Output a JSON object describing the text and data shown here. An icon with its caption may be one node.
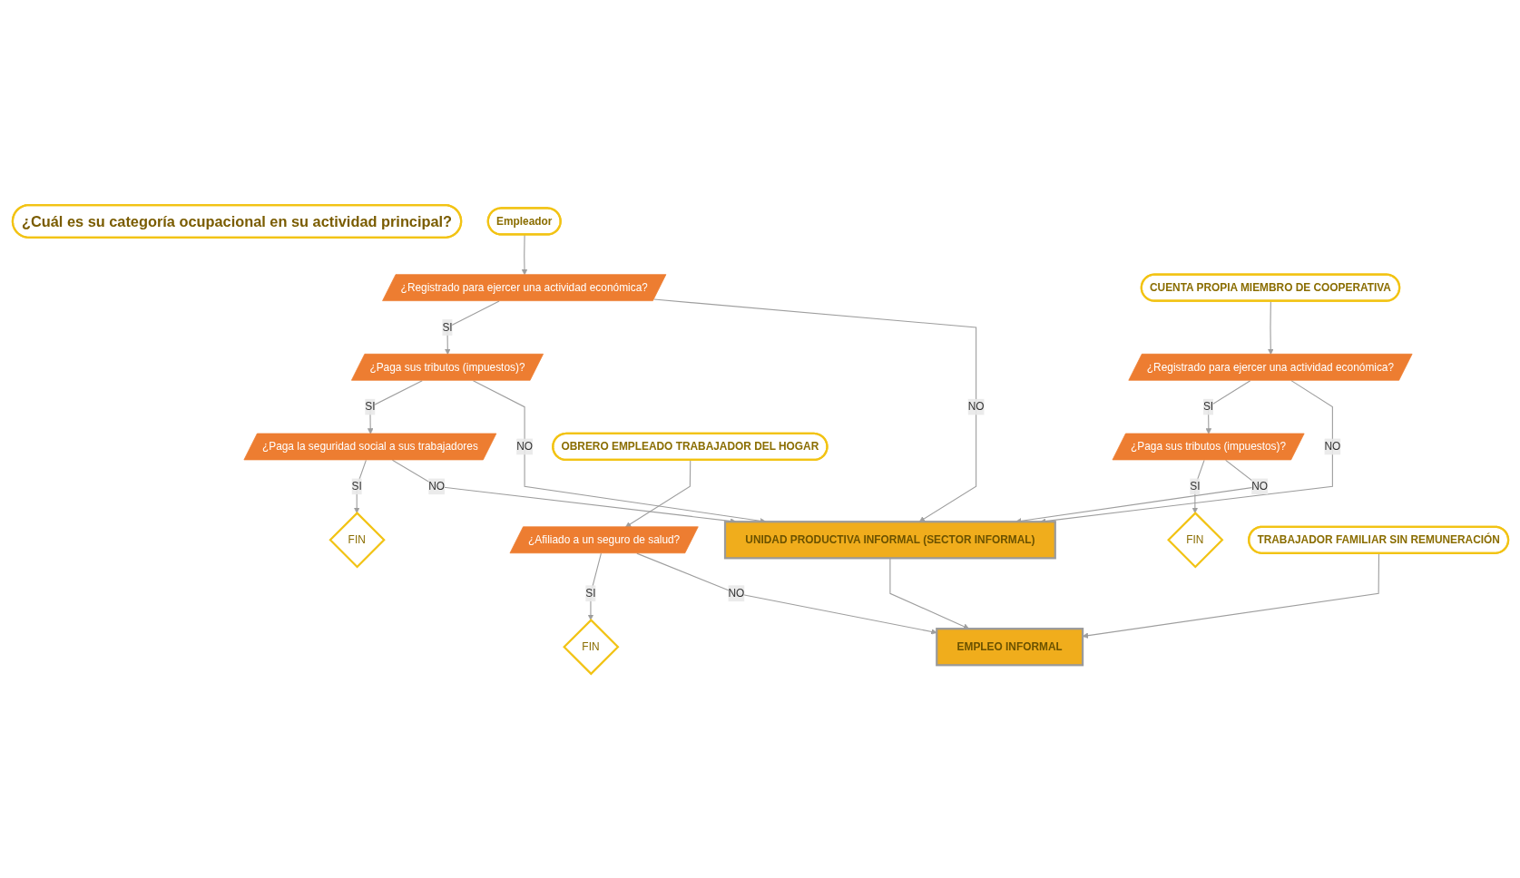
{
  "diagram": {
    "nodes": [
      {
        "text": [
          "¿Cuál es su categoría ocupacional en su actividad principal?"
        ]
      },
      {
        "text": [
          "Empleador"
        ]
      },
      {
        "text": [
          "¿Registrado para ejercer una actividad económica?"
        ]
      },
      {
        "text": [
          "¿Paga sus tributos (impuestos)?"
        ]
      },
      {
        "text": [
          "¿Paga la seguridad social a sus trabajadores"
        ]
      },
      {
        "text": [
          "FIN"
        ]
      },
      {
        "text": [
          "CUENTA PROPIA MIEMBRO DE COOPERATIVA"
        ]
      },
      {
        "text": [
          "¿Registrado para ejercer una actividad económica?"
        ]
      },
      {
        "text": [
          "¿Paga sus tributos (impuestos)?"
        ]
      },
      {
        "text": [
          "FIN"
        ]
      },
      {
        "text": [
          "TRABAJADOR FAMILIAR SIN REMUNERACIÓN"
        ]
      },
      {
        "text": [
          "OBRERO EMPLEADO TRABAJADOR DEL HOGAR"
        ]
      },
      {
        "text": [
          "¿Afiliado a un seguro de salud?"
        ]
      },
      {
        "text": [
          "FIN"
        ]
      },
      {
        "text": [
          "UNIDAD PRODUCTIVA INFORMAL (SECTOR INFORMAL)"
        ]
      },
      {
        "text": [
          "EMPLEO INFORMAL"
        ]
      }
    ],
    "edges": [
      {
        "from": 1,
        "to": 2,
        "arrow": "to"
      },
      {
        "from": 2,
        "to": 3,
        "arrow": "to",
        "label": "SI"
      },
      {
        "from": 3,
        "to": 4,
        "arrow": "to",
        "label": "SI"
      },
      {
        "from": 4,
        "to": 5,
        "arrow": "to",
        "label": "SI"
      },
      {
        "from": 2,
        "to": 14,
        "arrow": "to",
        "label": "NO"
      },
      {
        "from": 3,
        "to": 14,
        "arrow": "to",
        "label": "NO"
      },
      {
        "from": 4,
        "to": 14,
        "arrow": "to",
        "label": "NO"
      },
      {
        "from": 6,
        "to": 7,
        "arrow": "to"
      },
      {
        "from": 7,
        "to": 8,
        "arrow": "to",
        "label": "SI"
      },
      {
        "from": 8,
        "to": 9,
        "arrow": "to",
        "label": "SI"
      },
      {
        "from": 7,
        "to": 14,
        "arrow": "to",
        "label": "NO"
      },
      {
        "from": 8,
        "to": 14,
        "arrow": "to",
        "label": "NO"
      },
      {
        "from": 10,
        "to": 15,
        "arrow": "to"
      },
      {
        "from": 11,
        "to": 12,
        "arrow": "to"
      },
      {
        "from": 12,
        "to": 13,
        "arrow": "to",
        "label": "SI"
      },
      {
        "from": 12,
        "to": 15,
        "arrow": "to",
        "label": "NO"
      },
      {
        "from": 14,
        "to": 15,
        "arrow": "to"
      }
    ]
  }
}
